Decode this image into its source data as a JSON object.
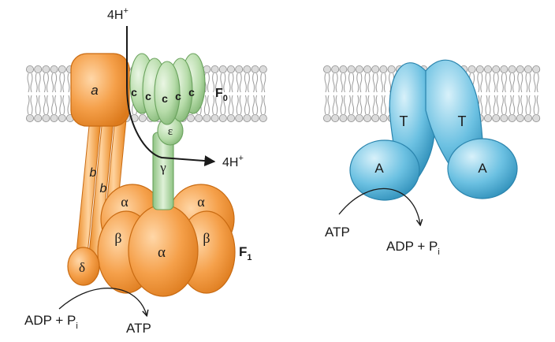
{
  "colors": {
    "orange_light": "#f9c58a",
    "orange": "#f39a3a",
    "orange_dark": "#d9771f",
    "green_light": "#d9efd2",
    "green": "#a7d49b",
    "green_dark": "#6aa25d",
    "blue_light": "#bfe6f4",
    "blue": "#5fb9dc",
    "blue_dark": "#2e8fb9",
    "membrane_head": "#dcdcdc",
    "membrane_tail": "#9a9a9a"
  },
  "atp_synthase": {
    "proton_in": {
      "main": "4H",
      "sup": "+"
    },
    "proton_out": {
      "main": "4H",
      "sup": "+"
    },
    "subunit_a": "a",
    "subunit_b": "b",
    "subunit_c": "c",
    "subunit_epsilon": "ε",
    "subunit_gamma": "γ",
    "subunit_delta": "δ",
    "subunit_alpha": "α",
    "subunit_beta": "β",
    "f0": {
      "main": "F",
      "sub": "0"
    },
    "f1": {
      "main": "F",
      "sub": "1"
    },
    "substrate": {
      "main": "ADP + P",
      "sub": "i"
    },
    "product": "ATP"
  },
  "atpase": {
    "subunit_t": "T",
    "subunit_a": "A",
    "substrate": "ATP",
    "product": {
      "main": "ADP + P",
      "sub": "i"
    }
  }
}
